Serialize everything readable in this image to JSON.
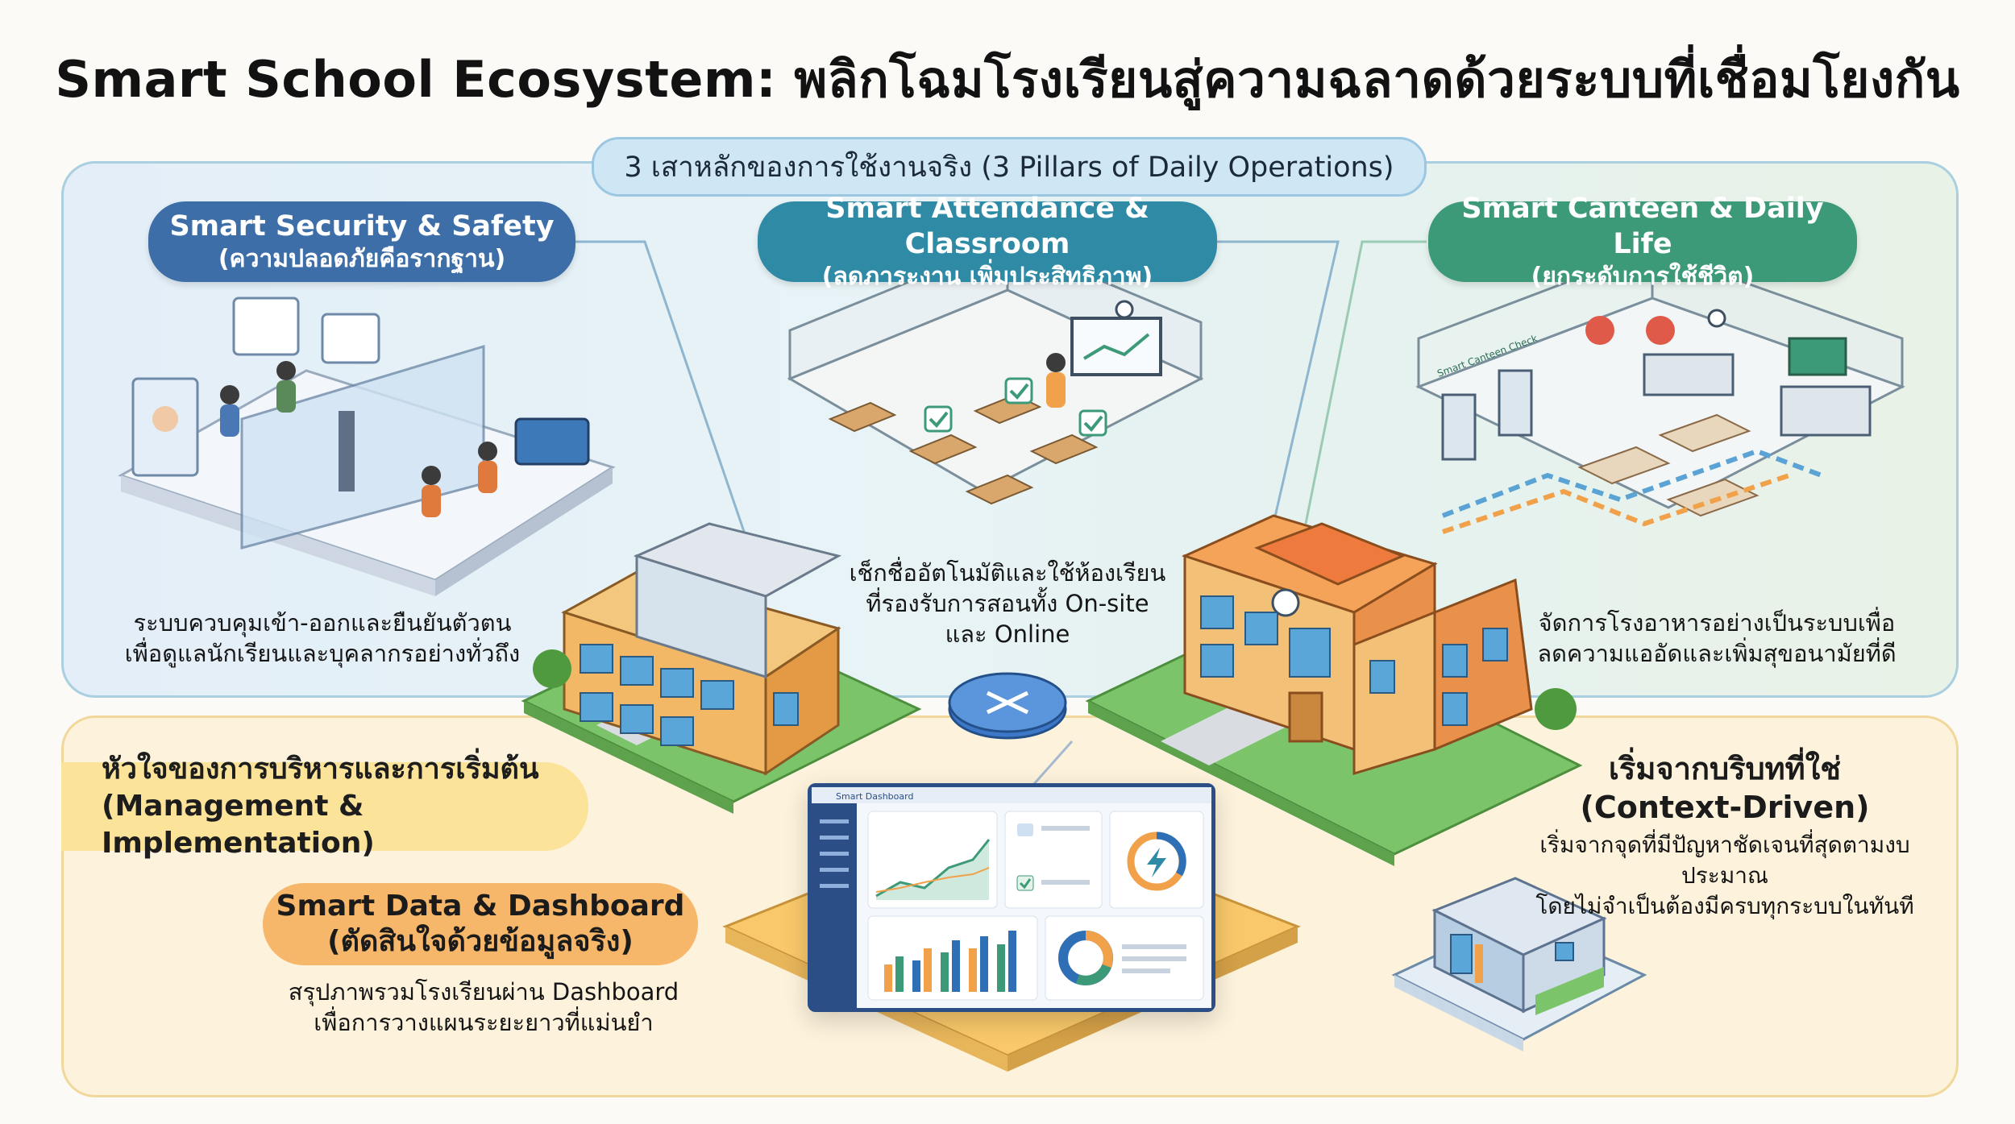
{
  "title": "Smart School Ecosystem: พลิกโฉมโรงเรียนสู่ความฉลาดด้วยระบบที่เชื่อมโยงกัน",
  "pillars_header": "3 เสาหลักของการใช้งานจริง (3 Pillars of Daily Operations)",
  "pillars": [
    {
      "title": "Smart Security & Safety",
      "subtitle": "(ความปลอดภัยคือรากฐาน)",
      "caption_line1": "ระบบควบคุมเข้า-ออกและยืนยันตัวตน",
      "caption_line2": "เพื่อดูแลนักเรียนและบุคลากรอย่างทั่วถึง",
      "color": "#3d6ea8"
    },
    {
      "title": "Smart Attendance & Classroom",
      "subtitle": "(ลดภาระงาน เพิ่มประสิทธิภาพ)",
      "caption_line1": "เช็กชื่ออัตโนมัติและใช้ห้องเรียน",
      "caption_line2": "ที่รองรับการสอนทั้ง On-site",
      "caption_line3": "และ Online",
      "color": "#2f8aa6"
    },
    {
      "title": "Smart Canteen & Daily Life",
      "subtitle": "(ยกระดับการใช้ชีวิต)",
      "caption_line1": "จัดการโรงอาหารอย่างเป็นระบบเพื่อ",
      "caption_line2": "ลดความแออัดและเพิ่มสุขอนามัยที่ดี",
      "color": "#3d9a78"
    }
  ],
  "management": {
    "line1": "หัวใจของการบริหารและการเริ่มต้น",
    "line2": "(Management & Implementation)"
  },
  "dashboard": {
    "title": "Smart Data & Dashboard",
    "subtitle": "(ตัดสินใจด้วยข้อมูลจริง)",
    "caption_line1": "สรุปภาพรวมโรงเรียนผ่าน Dashboard",
    "caption_line2": "เพื่อการวางแผนระยะยาวที่แม่นยำ",
    "screen_title": "Smart Dashboard"
  },
  "context": {
    "title_line1": "เริ่มจากบริบทที่ใช่",
    "title_line2": "(Context-Driven)",
    "caption_line1": "เริ่มจากจุดที่มีปัญหาชัดเจนที่สุดตามงบประมาณ",
    "caption_line2": "โดยไม่จำเป็นต้องมีครบทุกระบบในทันที"
  },
  "colors": {
    "security": "#3d6ea8",
    "classroom": "#2f8aa6",
    "canteen": "#3d9a78",
    "management": "#fbe39a",
    "dashboard": "#f6b76a",
    "screen_frame": "#2b4e86"
  }
}
